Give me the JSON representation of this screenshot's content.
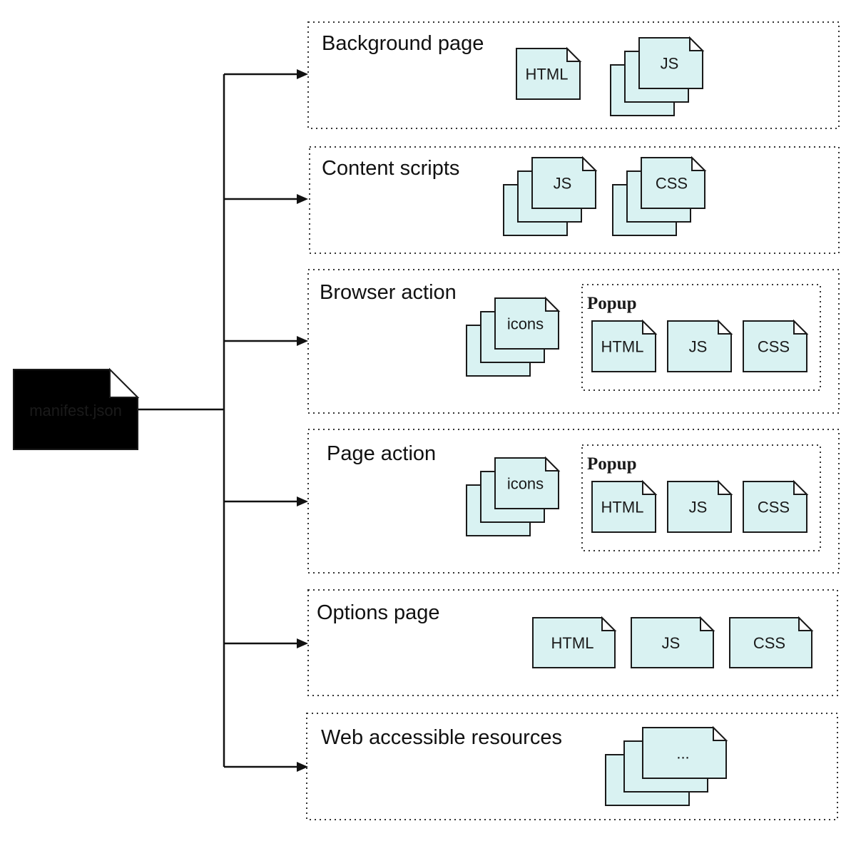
{
  "colors": {
    "doc_fill": "#d9f2f2",
    "line": "#111111",
    "background": "#ffffff"
  },
  "manifest": {
    "label": "manifest.json"
  },
  "sections": [
    {
      "id": "background",
      "title": "Background page",
      "docs": [
        {
          "label": "HTML"
        }
      ],
      "stacks": [
        {
          "label": "JS"
        }
      ]
    },
    {
      "id": "content",
      "title": "Content scripts",
      "stacks": [
        {
          "label": "JS"
        },
        {
          "label": "CSS"
        }
      ]
    },
    {
      "id": "browser",
      "title": "Browser action",
      "stacks": [
        {
          "label": "icons"
        }
      ],
      "popup": {
        "title": "Popup",
        "docs": [
          {
            "label": "HTML"
          },
          {
            "label": "JS"
          },
          {
            "label": "CSS"
          }
        ]
      }
    },
    {
      "id": "page",
      "title": "Page action",
      "stacks": [
        {
          "label": "icons"
        }
      ],
      "popup": {
        "title": "Popup",
        "docs": [
          {
            "label": "HTML"
          },
          {
            "label": "JS"
          },
          {
            "label": "CSS"
          }
        ]
      }
    },
    {
      "id": "options",
      "title": "Options page",
      "docs": [
        {
          "label": "HTML"
        },
        {
          "label": "JS"
        },
        {
          "label": "CSS"
        }
      ]
    },
    {
      "id": "web",
      "title": "Web accessible resources",
      "stacks": [
        {
          "label": "..."
        }
      ]
    }
  ]
}
